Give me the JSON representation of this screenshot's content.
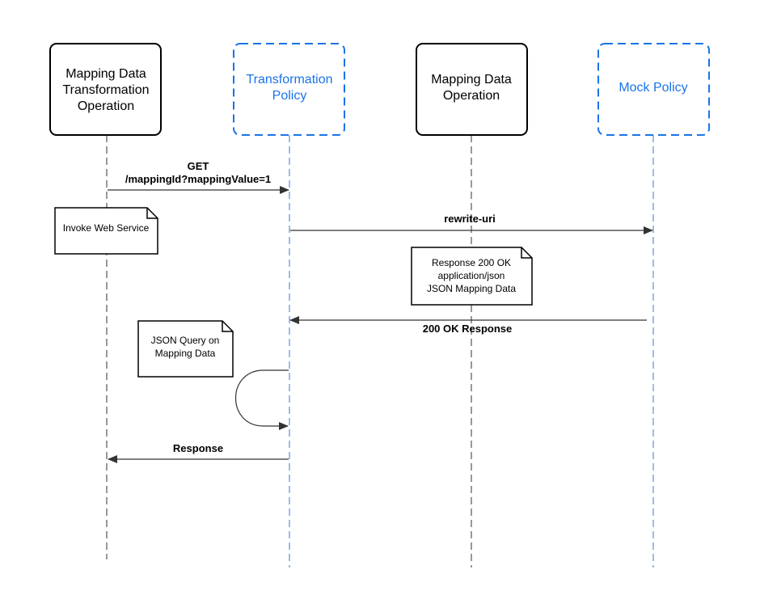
{
  "colors": {
    "solid_actor_border": "#000000",
    "dashed_actor_border": "#1a73e8",
    "dashed_actor_text": "#1a73e8",
    "solid_actor_text": "#000000",
    "lifeline_solid": "#555555",
    "lifeline_dashed": "#5b8fd6",
    "arrow": "#333333"
  },
  "actors": [
    {
      "id": "mapping-data-transformation-operation",
      "lines": [
        "Mapping Data",
        "Transformation",
        "Operation"
      ],
      "style": "solid"
    },
    {
      "id": "transformation-policy",
      "lines": [
        "Transformation",
        "Policy"
      ],
      "style": "dashed"
    },
    {
      "id": "mapping-data-operation",
      "lines": [
        "Mapping Data",
        "Operation"
      ],
      "style": "solid"
    },
    {
      "id": "mock-policy",
      "lines": [
        "Mock Policy"
      ],
      "style": "dashed"
    }
  ],
  "messages": [
    {
      "id": "get-request",
      "label_lines": [
        "GET",
        "/mappingId?mappingValue=1"
      ]
    },
    {
      "id": "rewrite-uri",
      "label_lines": [
        "rewrite-uri"
      ]
    },
    {
      "id": "ok-response",
      "label_lines": [
        "200 OK Response"
      ]
    },
    {
      "id": "self-loop",
      "label_lines": []
    },
    {
      "id": "response",
      "label_lines": [
        "Response"
      ]
    }
  ],
  "notes": [
    {
      "id": "invoke-web-service",
      "lines": [
        "Invoke Web Service"
      ]
    },
    {
      "id": "response-200-note",
      "lines": [
        "Response 200 OK",
        "application/json",
        "JSON Mapping Data"
      ]
    },
    {
      "id": "json-query-note",
      "lines": [
        "JSON Query on",
        "Mapping Data"
      ]
    }
  ]
}
